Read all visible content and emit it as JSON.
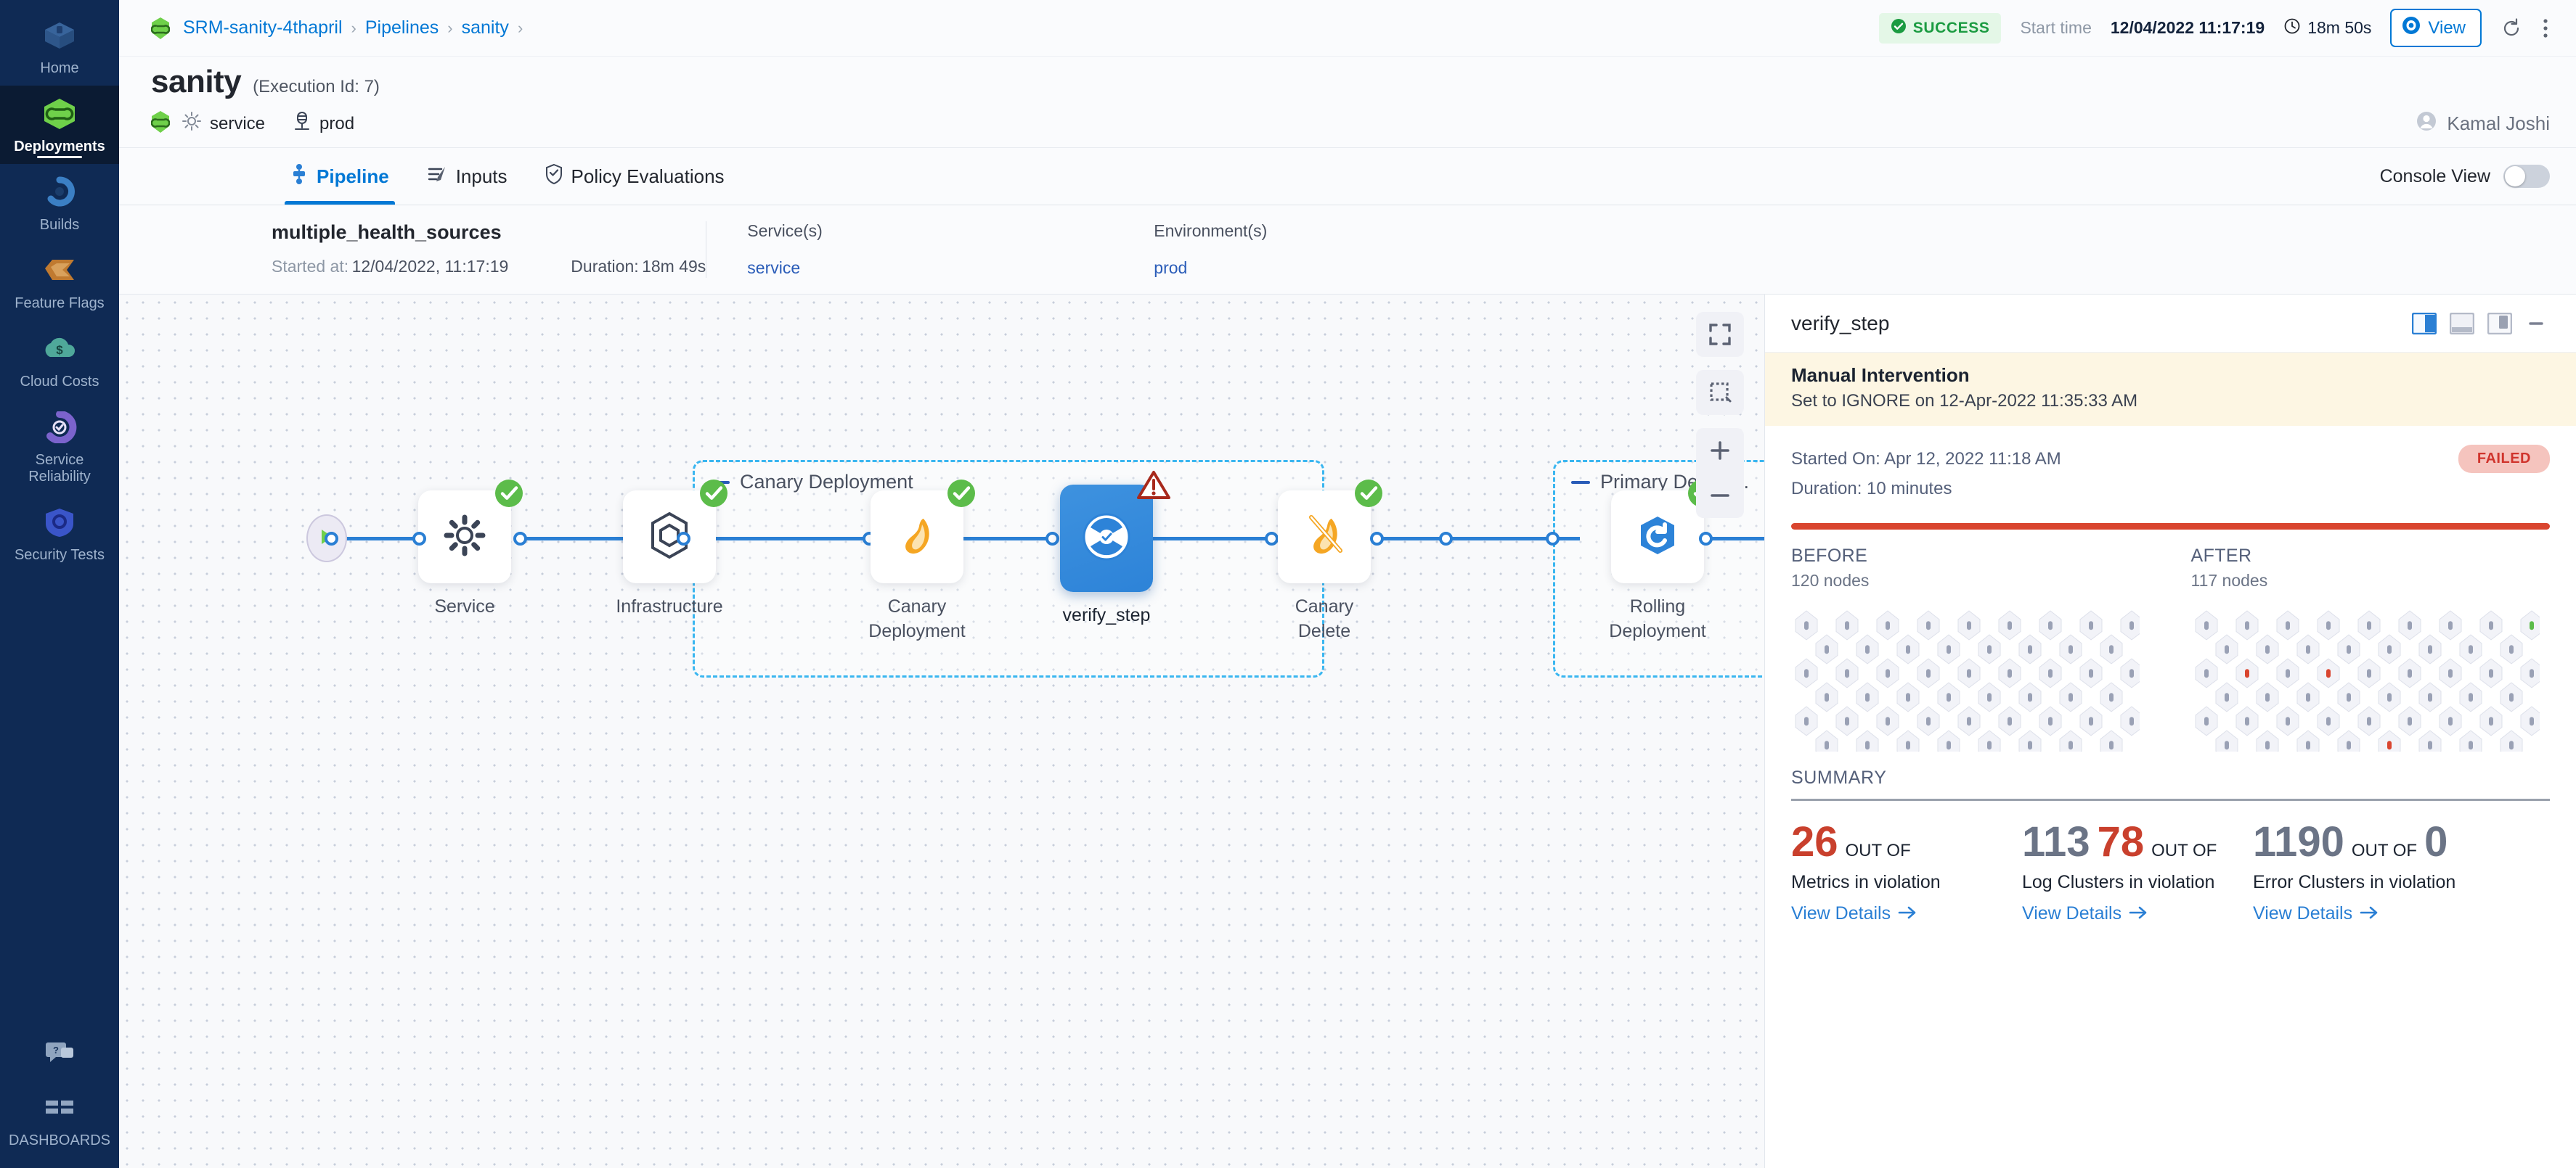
{
  "sidebar": {
    "items": [
      {
        "label": "Home",
        "icon": "home-icon",
        "active": false
      },
      {
        "label": "Deployments",
        "icon": "deployments-icon",
        "active": true
      },
      {
        "label": "Builds",
        "icon": "builds-icon",
        "active": false
      },
      {
        "label": "Feature Flags",
        "icon": "feature-flags-icon",
        "active": false
      },
      {
        "label": "Cloud Costs",
        "icon": "cloud-costs-icon",
        "active": false
      },
      {
        "label": "Service Reliability",
        "icon": "service-reliability-icon",
        "active": false
      },
      {
        "label": "Security Tests",
        "icon": "security-tests-icon",
        "active": false
      }
    ],
    "help_icon": "chat-help-icon",
    "dashboards_label": "DASHBOARDS",
    "dashboards_icon": "dashboards-grid-icon"
  },
  "breadcrumb": {
    "project_icon": "harness-leaf-icon",
    "items": [
      "SRM-sanity-4thapril",
      "Pipelines",
      "sanity"
    ],
    "separator": "›"
  },
  "topbar": {
    "status": "SUCCESS",
    "status_icon": "check-circle-icon",
    "status_color": "#1b9b41",
    "start_time_label": "Start time",
    "start_time_value": "12/04/2022 11:17:19",
    "duration_icon": "clock-icon",
    "duration": "18m 50s",
    "view_button": "View",
    "view_icon": "eye-icon",
    "refresh_icon": "refresh-icon",
    "more_icon": "more-vertical-icon"
  },
  "header": {
    "title": "sanity",
    "execution_id": "(Execution Id: 7)",
    "leaf_icon": "harness-leaf-icon",
    "service_icon": "gear-icon",
    "service": "service",
    "environment_icon": "environment-icon",
    "environment": "prod",
    "user_icon": "user-avatar-icon",
    "user": "Kamal Joshi"
  },
  "tabs": {
    "items": [
      {
        "label": "Pipeline",
        "icon": "pipeline-icon",
        "active": true
      },
      {
        "label": "Inputs",
        "icon": "inputs-icon",
        "active": false
      },
      {
        "label": "Policy Evaluations",
        "icon": "policy-shield-icon",
        "active": false
      }
    ],
    "console_view_label": "Console View",
    "console_view_on": false
  },
  "execution_summary": {
    "name": "multiple_health_sources",
    "started_label": "Started at:",
    "started_value": "12/04/2022, 11:17:19",
    "duration_label": "Duration:",
    "duration_value": "18m 49s",
    "services_header": "Service(s)",
    "services_value": "service",
    "environments_header": "Environment(s)",
    "environments_value": "prod"
  },
  "pipeline": {
    "groups": [
      {
        "label": "Canary Deployment",
        "dash_icon": "collapse-dash-icon"
      },
      {
        "label": "Primary Deploy...",
        "dash_icon": "collapse-dash-icon"
      }
    ],
    "start_icon": "play-start-icon",
    "end_icon": "stop-end-icon",
    "nodes": [
      {
        "label": "Service",
        "icon": "gear-icon",
        "status": "success",
        "selected": false
      },
      {
        "label": "Infrastructure",
        "icon": "infrastructure-hex-icon",
        "status": "success",
        "selected": false
      },
      {
        "label": "Canary Deployment",
        "icon": "canary-deploy-icon",
        "status": "success",
        "selected": false
      },
      {
        "label": "verify_step",
        "icon": "verify-gauge-icon",
        "status": "warning",
        "selected": true
      },
      {
        "label": "Canary Delete",
        "icon": "canary-delete-icon",
        "status": "success",
        "selected": false
      },
      {
        "label": "Rolling Deployment",
        "icon": "rolling-deploy-icon",
        "status": "success",
        "selected": false
      }
    ],
    "tools": [
      {
        "icon": "fit-to-screen-icon"
      },
      {
        "icon": "selection-box-icon"
      },
      {
        "icon": "zoom-in-icon"
      },
      {
        "icon": "zoom-out-icon"
      }
    ]
  },
  "details_panel": {
    "title": "verify_step",
    "layout_icons": [
      "split-right-icon",
      "split-bottom-icon",
      "split-left-icon",
      "minimize-icon"
    ],
    "alert": {
      "title": "Manual Intervention",
      "subtitle": "Set to IGNORE on 12-Apr-2022 11:35:33 AM"
    },
    "started_on": "Started On: Apr 12, 2022 11:18 AM",
    "duration": "Duration: 10 minutes",
    "status": "FAILED",
    "status_color": "#d0342c",
    "before": {
      "title": "BEFORE",
      "nodes": "120 nodes",
      "count": 120
    },
    "after": {
      "title": "AFTER",
      "nodes": "117 nodes",
      "count": 117
    },
    "summary_title": "SUMMARY",
    "stats": [
      {
        "value": "26",
        "value_color": "red",
        "out_of_label": "OUT OF",
        "total": "113",
        "total_color": "gray",
        "description": "Metrics in violation",
        "link": "View Details",
        "link_icon": "arrow-right-icon"
      },
      {
        "value": "78",
        "value_color": "red",
        "out_of_label": "OUT OF",
        "total": "1190",
        "total_color": "gray",
        "description": "Log Clusters in violation",
        "link": "View Details",
        "link_icon": "arrow-right-icon"
      },
      {
        "value": "0",
        "value_color": "gray",
        "out_of_label": "",
        "total": "",
        "total_color": "gray",
        "description": "Error Clusters in violation",
        "link": "View Details",
        "link_icon": "arrow-right-icon"
      }
    ]
  }
}
